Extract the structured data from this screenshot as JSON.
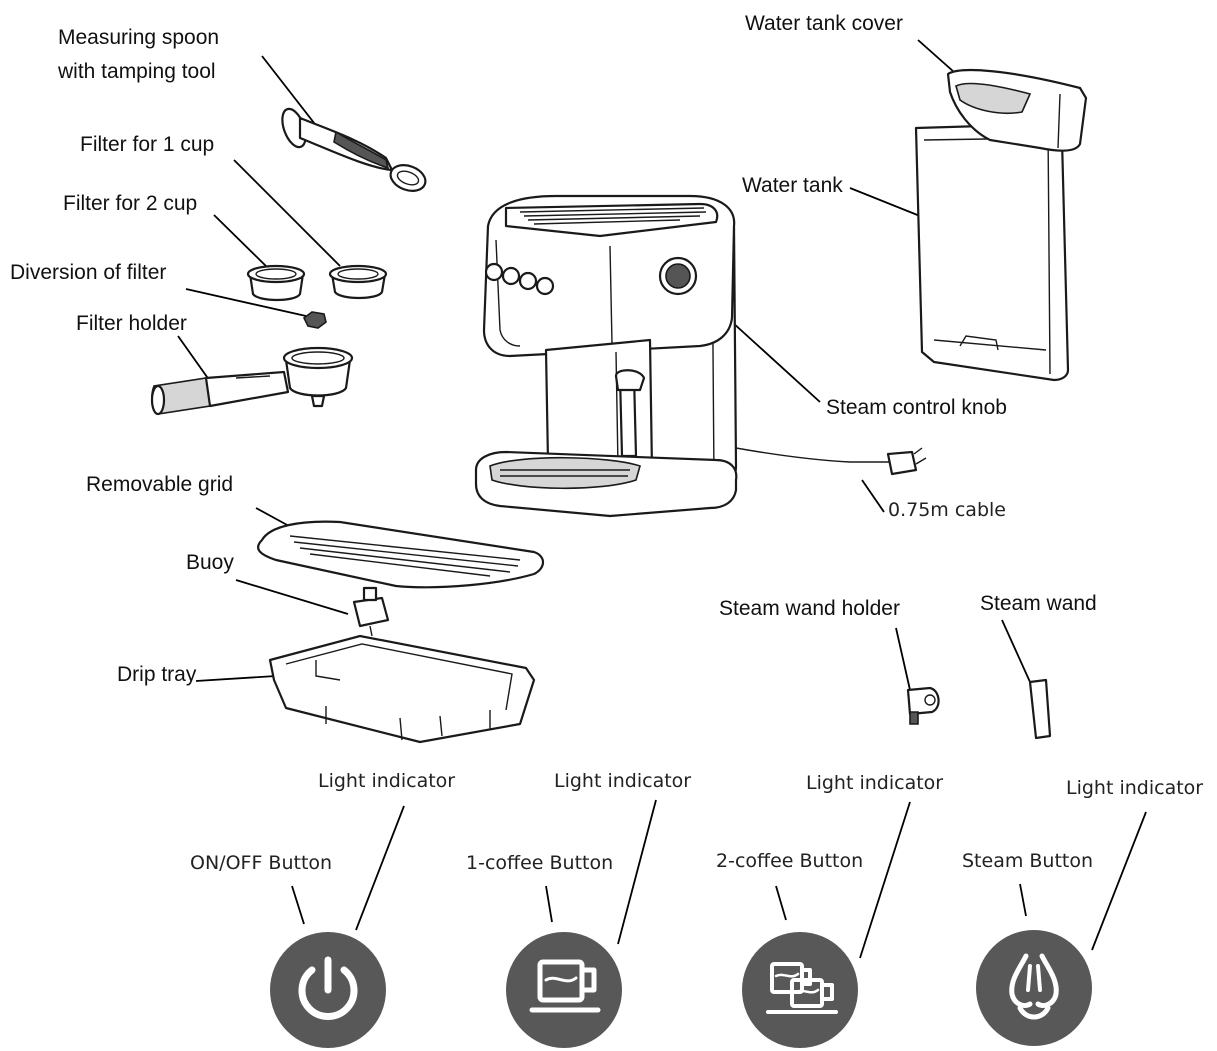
{
  "labels": {
    "measuring_spoon_line1": "Measuring spoon",
    "measuring_spoon_line2": "with tamping tool",
    "filter_1_cup": "Filter for 1 cup",
    "filter_2_cup": "Filter for 2 cup",
    "diversion_of_filter": "Diversion of filter",
    "filter_holder": "Filter holder",
    "removable_grid": "Removable grid",
    "buoy": "Buoy",
    "drip_tray": "Drip tray",
    "water_tank_cover": "Water tank cover",
    "water_tank": "Water tank",
    "steam_control_knob": "Steam control knob",
    "cable": "0.75m cable",
    "steam_wand_holder": "Steam wand holder",
    "steam_wand": "Steam wand"
  },
  "buttons": [
    {
      "name": "ON/OFF Button",
      "indicator": "Light indicator",
      "icon": "power-icon"
    },
    {
      "name": "1-coffee Button",
      "indicator": "Light indicator",
      "icon": "single-cup-icon"
    },
    {
      "name": "2-coffee Button",
      "indicator": "Light indicator",
      "icon": "double-cup-icon"
    },
    {
      "name": "Steam Button",
      "indicator": "Light indicator",
      "icon": "steam-icon"
    }
  ],
  "colors": {
    "button_circle": "#585858",
    "line": "#000000"
  }
}
